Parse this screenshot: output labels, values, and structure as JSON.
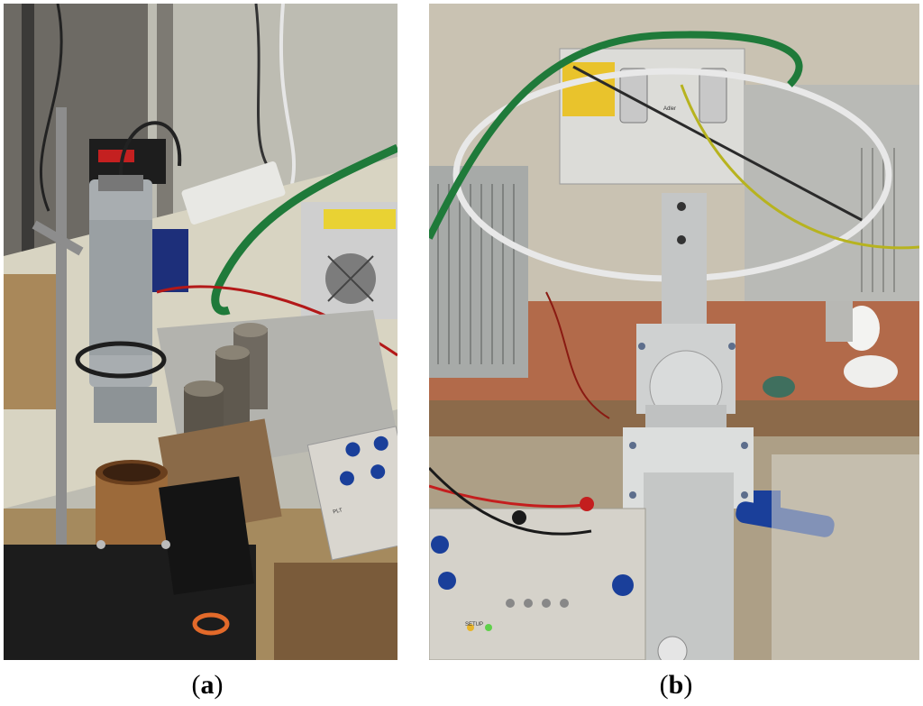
{
  "figure": {
    "panels": [
      {
        "id": "a",
        "caption_open": "(",
        "caption_letter": "a",
        "caption_close": ")",
        "subject": "vertical cylindrical transducer on a lab stand above a brass cylinder and clamp"
      },
      {
        "id": "b",
        "caption_open": "(",
        "caption_letter": "b",
        "caption_close": ")",
        "subject": "aluminium waveguide assembly with generator box, control panel and cables"
      }
    ]
  },
  "panel_a": {
    "box_label": "PLT"
  },
  "panel_b": {
    "box_brand": "Adler",
    "panel_label": "SETUP"
  },
  "colors": {
    "wall": "#c9c7bb",
    "bench": "#b7a586",
    "metal": "#b8bcbf",
    "green_hose": "#1f7a3a",
    "brass": "#9c6a3a",
    "blue_knob": "#1a3f9a"
  }
}
